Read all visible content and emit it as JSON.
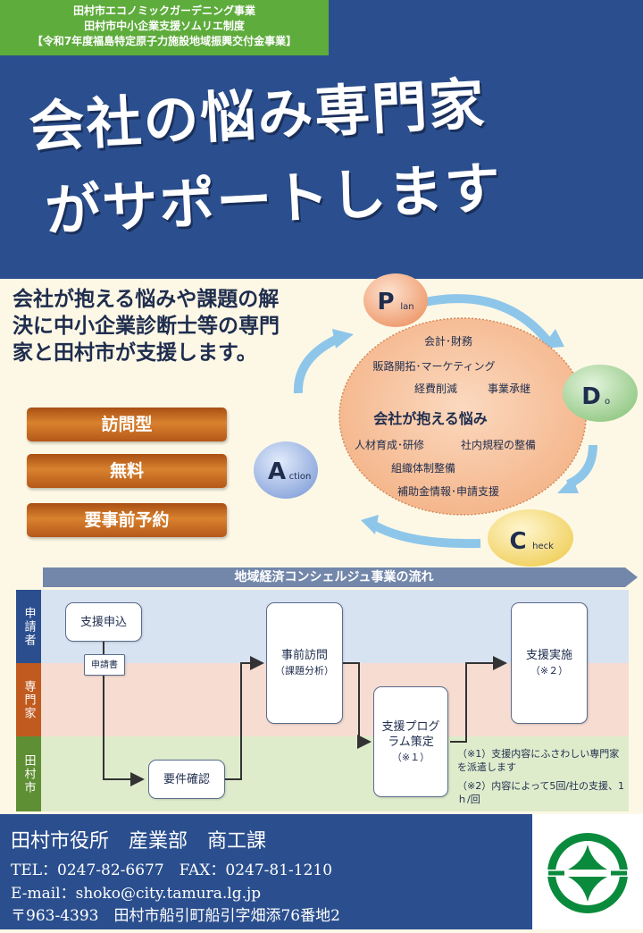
{
  "tag": {
    "line1": "田村市エコノミックガーデニング事業",
    "line2": "田村市中小企業支援ソムリエ制度",
    "line3": "【令和7年度福島特定原子力施設地域振興交付金事業】"
  },
  "headline": {
    "line1": "会社の悩み専門家",
    "line2": "がサポートします"
  },
  "intro": "会社が抱える悩みや課題の解決に中小企業診断士等の専門家と田村市が支援します。",
  "features": [
    "訪問型",
    "無料",
    "要事前予約"
  ],
  "pdca": {
    "plan_initial": "P",
    "plan_rest": "lan",
    "do_initial": "D",
    "do_rest": "o",
    "check_initial": "C",
    "check_rest": "heck",
    "action_initial": "A",
    "action_rest": "ction",
    "center_title": "会社が抱える悩み",
    "topics": [
      "会計･財務",
      "販路開拓･マーケティング",
      "経費削減",
      "事業承継",
      "人材育成･研修",
      "社内規程の整備",
      "組織体制整備",
      "補助金情報･申請支援"
    ],
    "colors": {
      "circle": "#f7c4a0",
      "plan": "#f2a479",
      "do": "#a6d49c",
      "check": "#f5dd7e",
      "action": "#9bb3e2",
      "arrow": "#8ec6ea"
    }
  },
  "flow": {
    "title": "地域経済コンシェルジュ事業の流れ",
    "lanes": [
      "申請者",
      "専門家",
      "田村市"
    ],
    "apply": "支援申込",
    "doc": "申請書",
    "confirm": "要件確認",
    "visit": "事前訪問",
    "visit_sub": "（課題分析）",
    "program": "支援プログラム策定",
    "program_note": "（※１）",
    "implement": "支援実施",
    "implement_note": "（※２）",
    "note1": "（※1）支援内容にふさわしい専門家を派遣します",
    "note2": "（※2）内容によって5回/社の支援、1ｈ/回"
  },
  "contact": {
    "office": "田村市役所　産業部　商工課",
    "tel_fax": "TEL：0247-82-6677　FAX：0247-81-1210",
    "email": "E-mail：shoko@city.tamura.lg.jp",
    "address": "〒963-4393　田村市船引町船引字畑添76番地2"
  },
  "logo": {
    "color": "#0a8a3c"
  }
}
